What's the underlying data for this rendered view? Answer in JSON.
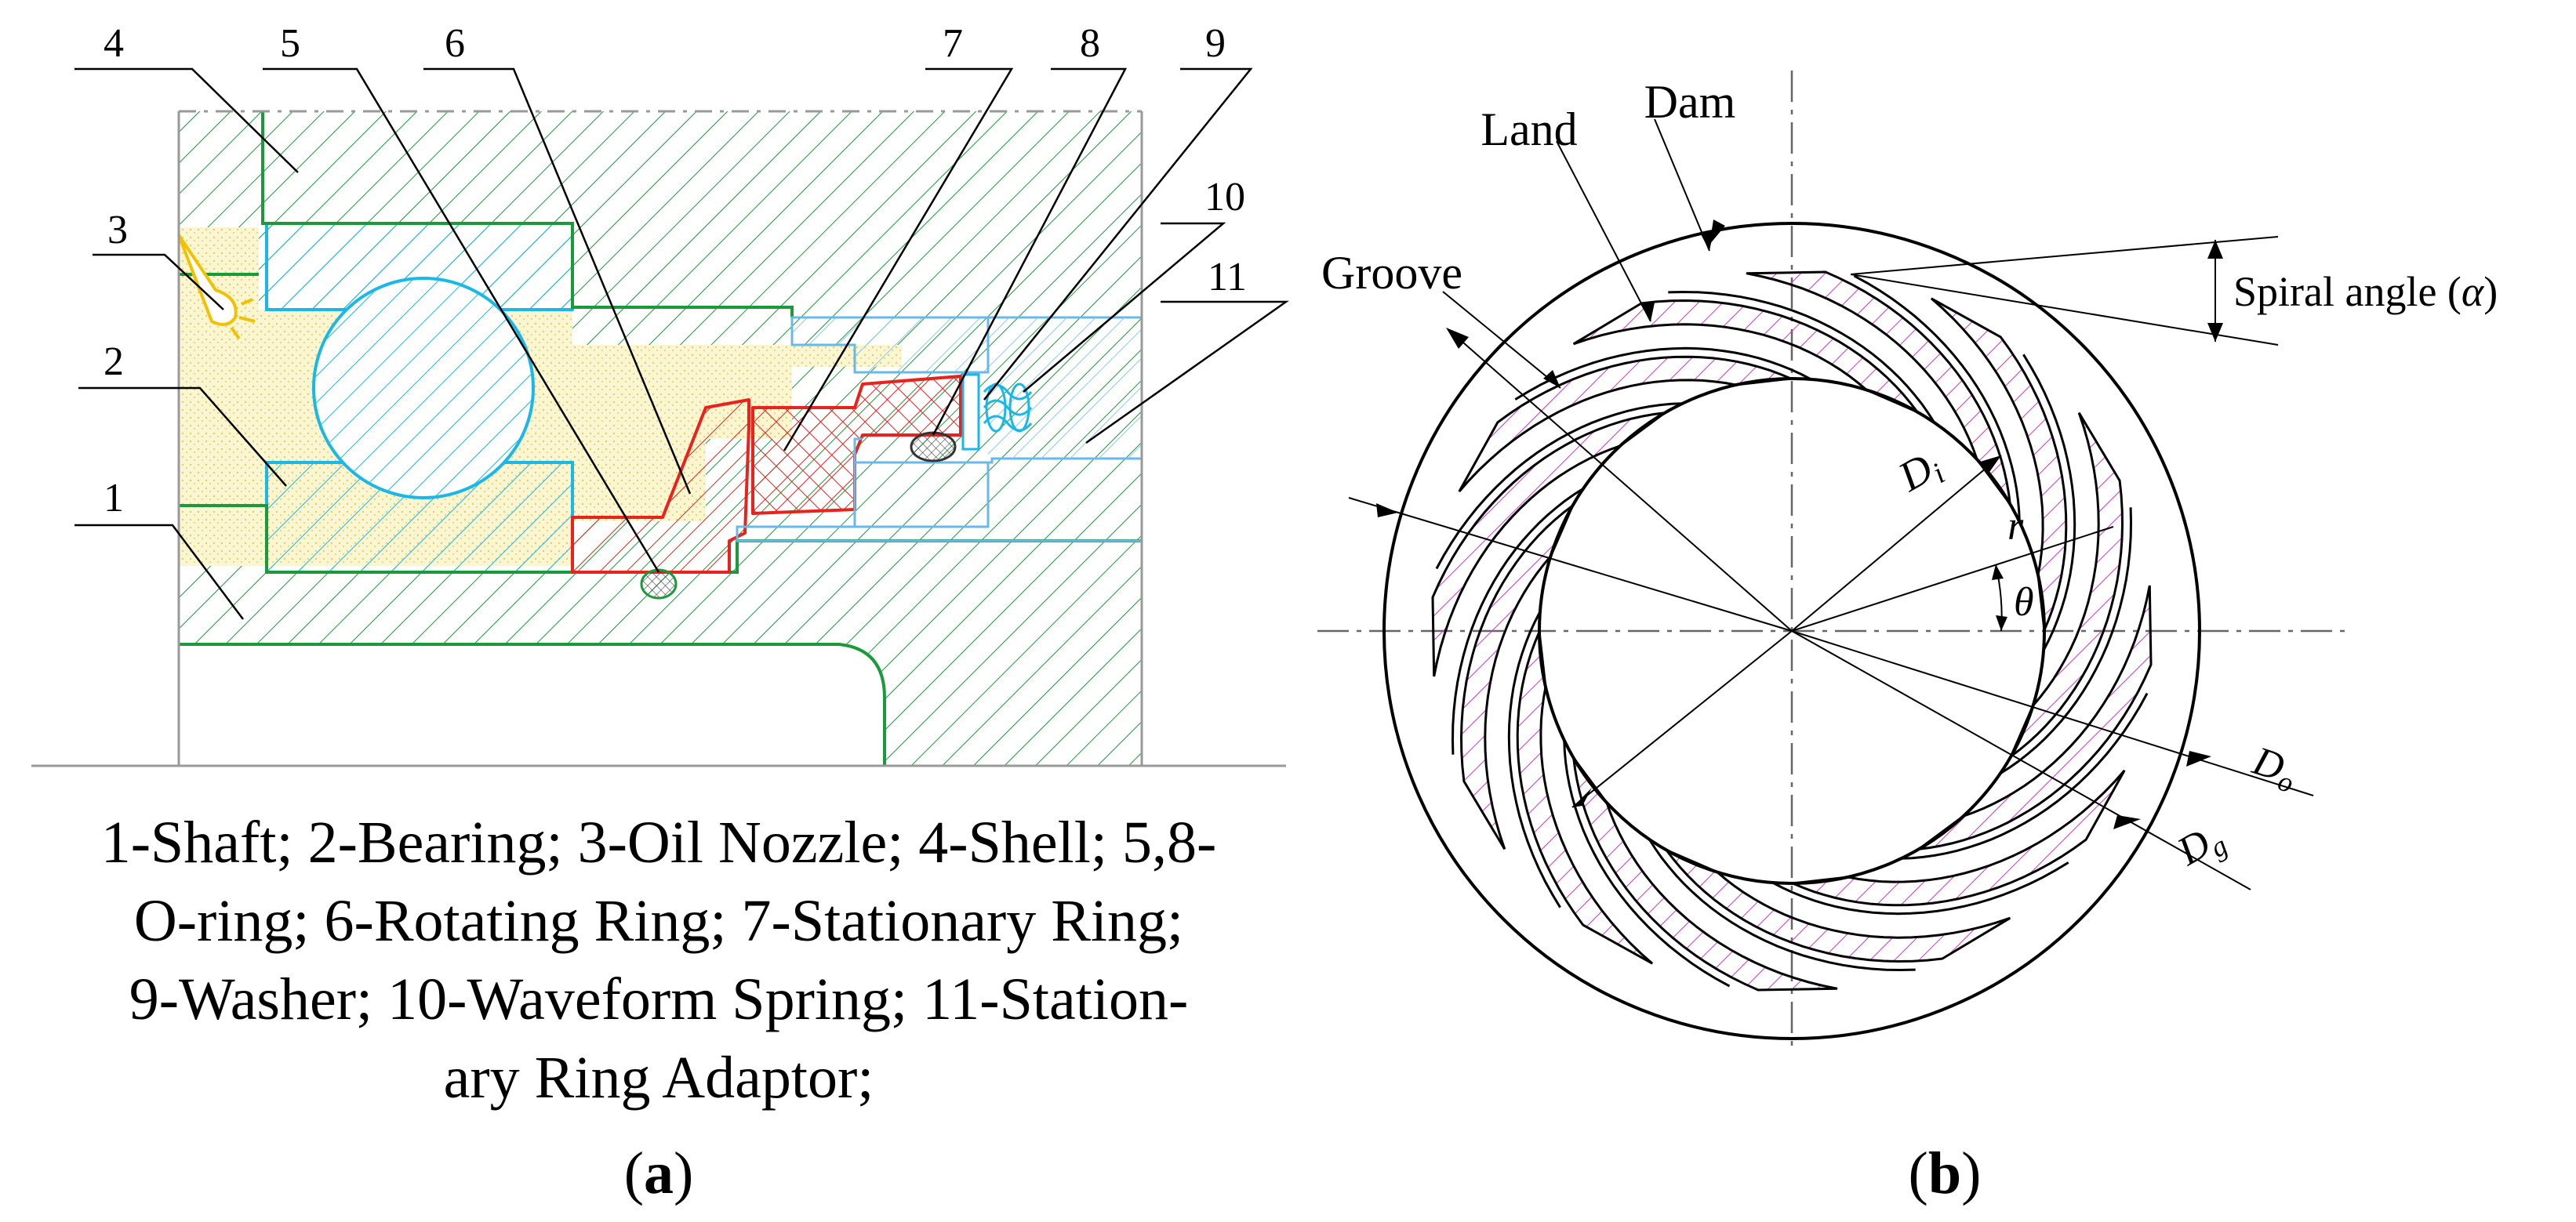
{
  "panel_a": {
    "part_numbers": [
      "4",
      "5",
      "6",
      "7",
      "8",
      "9",
      "10",
      "11",
      "3",
      "2",
      "1"
    ],
    "caption_lines": [
      "1-Shaft; 2-Bearing; 3-Oil Nozzle; 4-Shell; 5,8-",
      "O-ring; 6-Rotating Ring; 7-Stationary Ring;",
      "9-Washer; 10-Waveform Spring; 11-Station-",
      "ary Ring Adaptor;"
    ],
    "panel_label": {
      "open": "(",
      "letter": "a",
      "close": ")"
    },
    "colors": {
      "shaft_shell": "#1a9a3a",
      "bearing": "#19b8e6",
      "rings_red": "#e8221d",
      "nozzle": "#f2c200",
      "oil": "#f6efb4",
      "adaptor": "#6ab8e8"
    }
  },
  "panel_b": {
    "labels": {
      "land": "Land",
      "dam": "Dam",
      "groove": "Groove",
      "spiral_angle": "Spiral angle (",
      "alpha": "α",
      "close_paren": ")",
      "r": "r",
      "theta": "θ"
    },
    "diameters": {
      "inner": {
        "base": "D",
        "sub": "i"
      },
      "outer": {
        "base": "D",
        "sub": "o"
      },
      "groove": {
        "base": "D",
        "sub": "g"
      }
    },
    "groove_count": 12,
    "panel_label": {
      "open": "(",
      "letter": "b",
      "close": ")"
    },
    "colors": {
      "groove_hatch": "#d633c8",
      "line": "#000000"
    }
  }
}
